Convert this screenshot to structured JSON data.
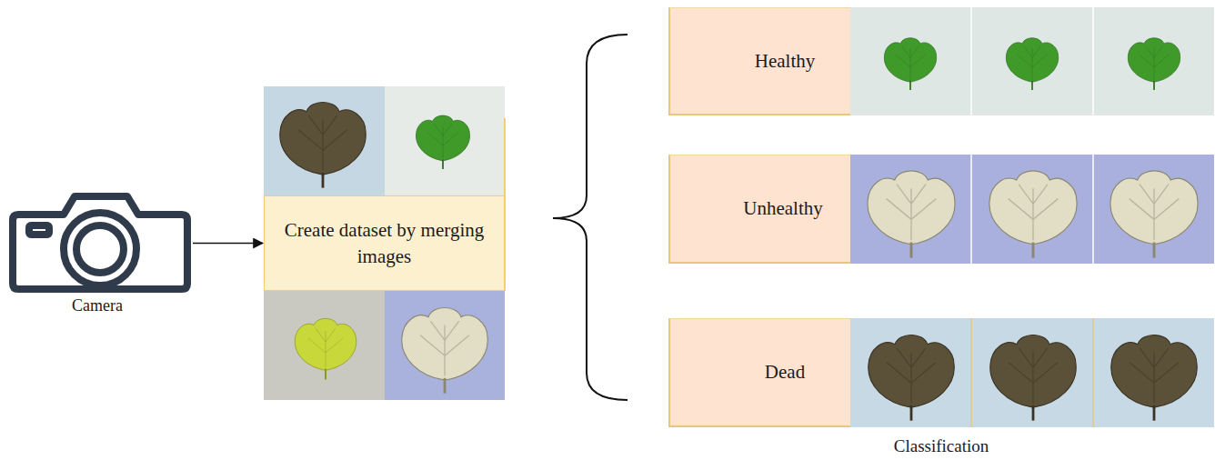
{
  "diagram": {
    "nodes": [
      {
        "text": [
          "Camera"
        ]
      },
      {
        "text": [
          "Create dataset by merging images"
        ]
      },
      {
        "text": [
          "Healthy"
        ]
      },
      {
        "text": [
          "Unhealthy"
        ]
      },
      {
        "text": [
          "Dead"
        ]
      }
    ],
    "edges": [
      {
        "from": 0,
        "to": 1,
        "arrow": "to"
      }
    ],
    "labels": [
      "Classification"
    ]
  }
}
